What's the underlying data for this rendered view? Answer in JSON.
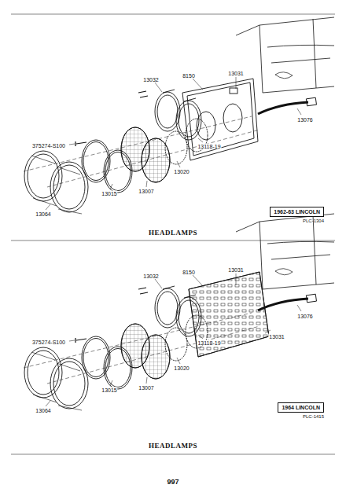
{
  "diagram": {
    "nodes": [
      {
        "text": [
          "1962-63 LINCOLN",
          "PLC-1304"
        ]
      },
      {
        "text": [
          "1964 LINCOLN",
          "PLC-1415"
        ]
      }
    ],
    "labels": [
      "13031",
      "8150",
      "13032",
      "13076",
      "375274-S100",
      "13118-19",
      "13020",
      "13007",
      "13015",
      "13064",
      "HEADLAMPS",
      "13031",
      "8150",
      "13032",
      "13076",
      "13031",
      "375274-S100",
      "13118-19",
      "13020",
      "13007",
      "13015",
      "13064",
      "HEADLAMPS",
      "997"
    ]
  }
}
